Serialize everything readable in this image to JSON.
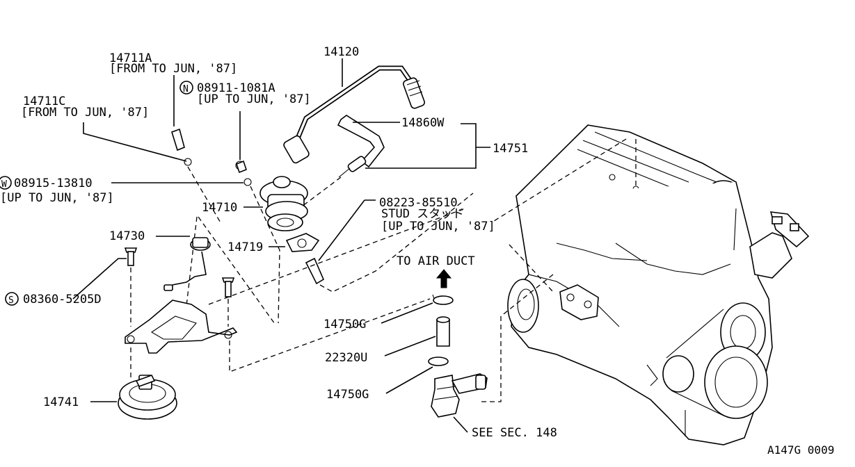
{
  "labels": {
    "p14711a": "14711A",
    "p14711a_note": "[FROM TO JUN, '87]",
    "p14711c": "14711C",
    "p14711c_note": "[FROM TO JUN, '87]",
    "p08911_symbol": "N",
    "p08911": "08911-1081A",
    "p08911_note": "[UP TO JUN, '87]",
    "p08915_symbol": "W",
    "p08915": "08915-13810",
    "p08915_note": "[UP TO JUN, '87]",
    "p14120": "14120",
    "p14860w": "14860W",
    "p14751": "14751",
    "p14710": "14710",
    "p08223": "08223-85510",
    "p08223_desc": "STUD スタッド",
    "p08223_note": "[UP TO JUN, '87]",
    "p14730": "14730",
    "p14719": "14719",
    "to_air_duct": "TO AIR DUCT",
    "p08360_symbol": "S",
    "p08360": "08360-5205D",
    "p14750g_a": "14750G",
    "p22320u": "22320U",
    "p14750g_b": "14750G",
    "p14741": "14741",
    "see_sec": "SEE  SEC. 148",
    "figure_code": "A147G 0009"
  }
}
